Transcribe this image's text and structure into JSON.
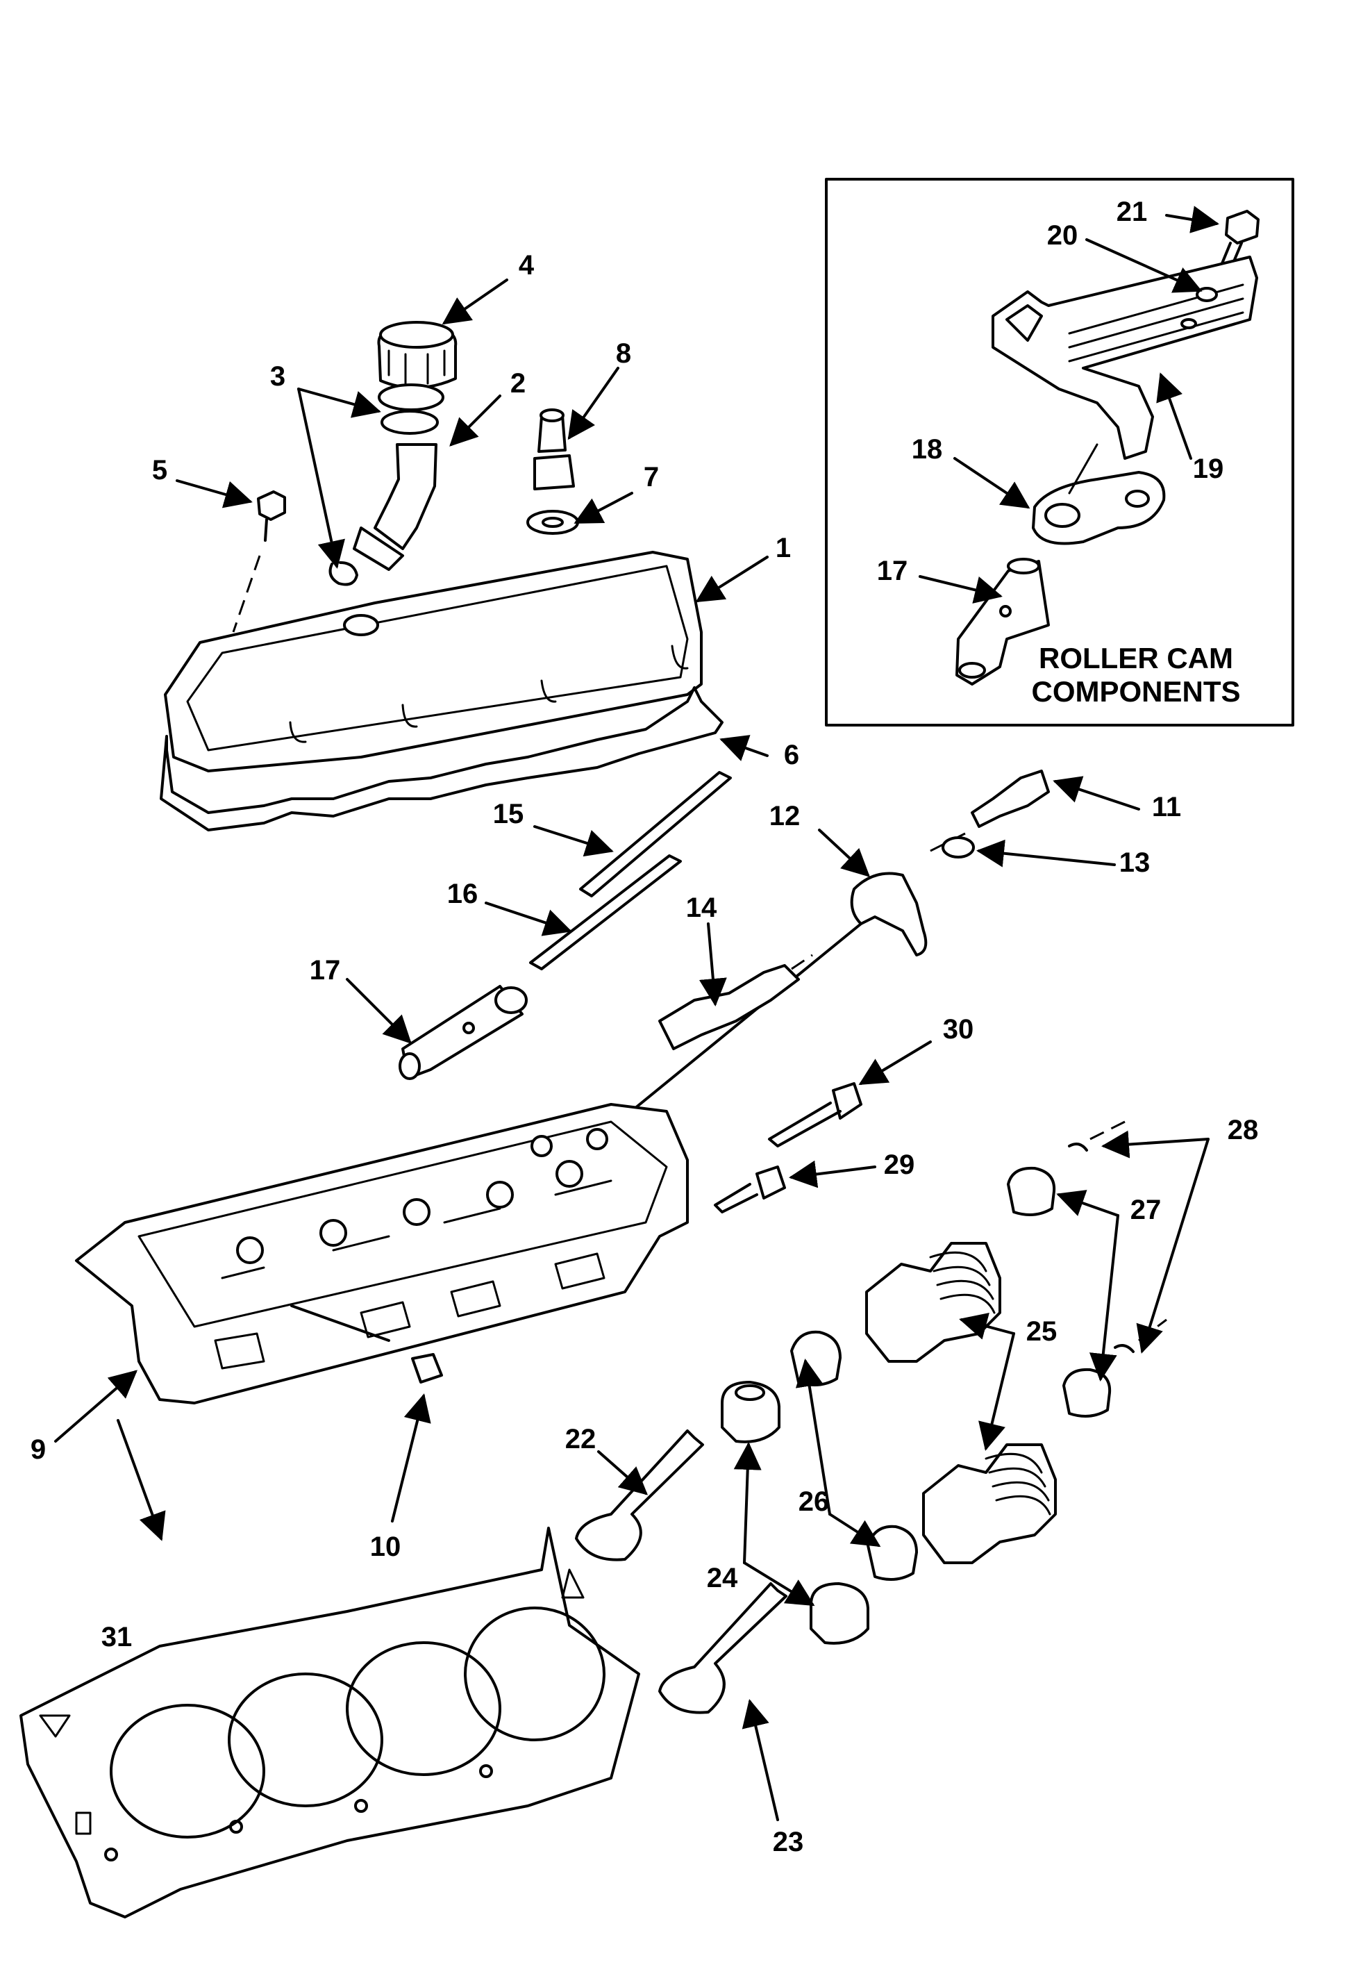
{
  "inset": {
    "title_line1": "ROLLER CAM",
    "title_line2": "COMPONENTS"
  },
  "callouts": {
    "c1": "1",
    "c2": "2",
    "c3": "3",
    "c4": "4",
    "c5": "5",
    "c6": "6",
    "c7": "7",
    "c8": "8",
    "c9": "9",
    "c10": "10",
    "c11": "11",
    "c12": "12",
    "c13": "13",
    "c14": "14",
    "c15": "15",
    "c16": "16",
    "c17": "17",
    "c17b": "17",
    "c18": "18",
    "c19": "19",
    "c20": "20",
    "c21": "21",
    "c22": "22",
    "c23": "23",
    "c24": "24",
    "c25": "25",
    "c26": "26",
    "c27": "27",
    "c28": "28",
    "c29": "29",
    "c30": "30",
    "c31": "31"
  },
  "icons": [
    "arrow-marker"
  ]
}
